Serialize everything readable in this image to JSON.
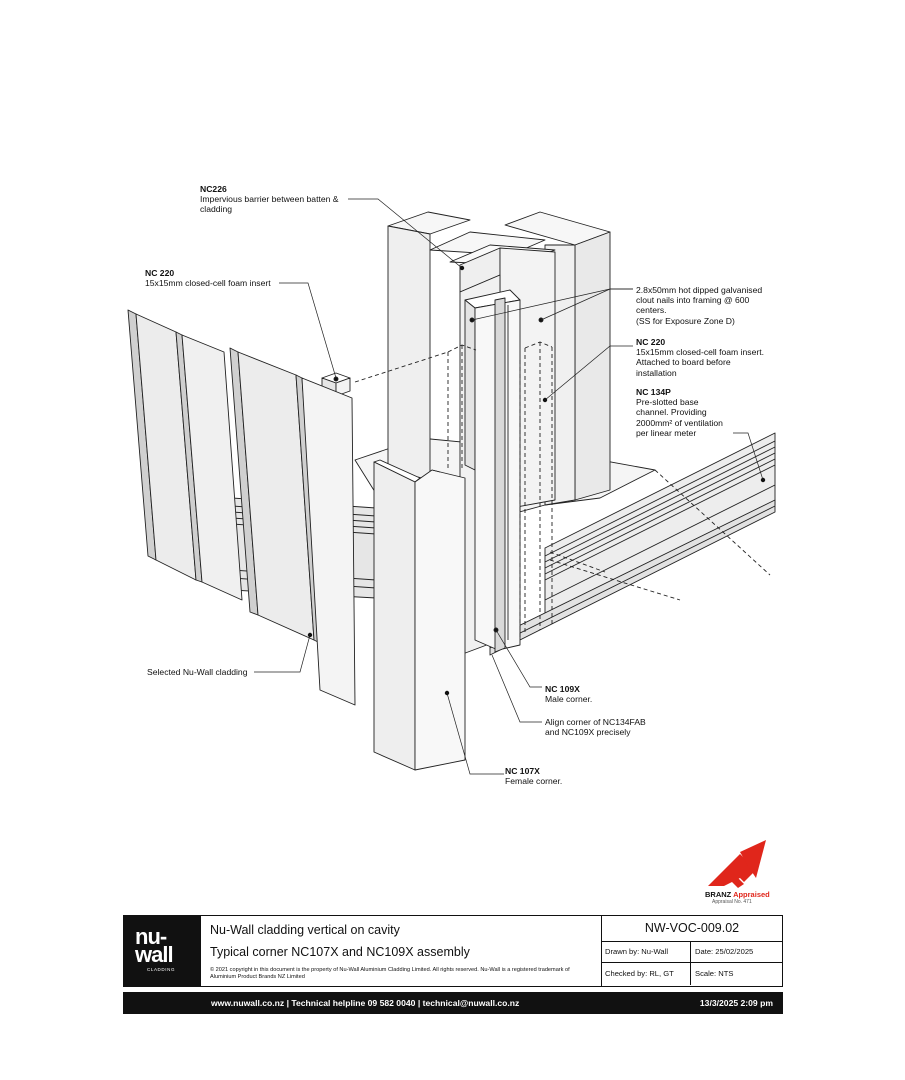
{
  "labels": {
    "nc226": {
      "code": "NC226",
      "lines": [
        "Impervious barrier between batten &",
        "cladding"
      ]
    },
    "nc220_left": {
      "code": "NC 220",
      "lines": [
        "15x15mm closed-cell foam insert"
      ]
    },
    "nails": {
      "code": "",
      "lines": [
        "2.8x50mm hot dipped galvanised",
        "clout nails into framing @ 600",
        "centers.",
        "(SS for Exposure Zone D)"
      ]
    },
    "nc220_right": {
      "code": "NC 220",
      "lines": [
        "15x15mm closed-cell foam insert.",
        "Attached to board before",
        "installation"
      ]
    },
    "nc134p": {
      "code": "NC 134P",
      "lines": [
        "Pre-slotted base",
        "channel. Providing",
        "2000mm² of ventilation",
        "per linear meter"
      ]
    },
    "cladding": {
      "code": "",
      "lines": [
        "Selected Nu-Wall cladding"
      ]
    },
    "nc109x": {
      "code": "NC 109X",
      "lines": [
        "Male corner."
      ]
    },
    "align": {
      "code": "",
      "lines": [
        "Align corner of NC134FAB",
        "and NC109X precisely"
      ]
    },
    "nc107x": {
      "code": "NC 107X",
      "lines": [
        "Female corner."
      ]
    }
  },
  "branz": {
    "word": "BRANZ",
    "appraised": "Appraised",
    "sub": "Appraisal No. 471"
  },
  "titleblock": {
    "logo_line1": "nu-",
    "logo_line2": "wall",
    "logo_line3": "CLADDING",
    "title": "Nu-Wall cladding vertical on cavity",
    "subtitle": "Typical corner NC107X and NC109X assembly",
    "copyright": "© 2021 copyright in this document is the property of Nu-Wall Aluminium Cladding Limited. All rights reserved. Nu-Wall is a registered trademark of Aluminium Product Brands NZ Limited",
    "drawing_no": "NW-VOC-009.02",
    "drawn_by": "Drawn by: Nu-Wall",
    "date": "Date:   25/02/2025",
    "checked_by": "Checked by: RL, GT",
    "scale": "Scale:   NTS"
  },
  "footer": {
    "links": "www.nuwall.co.nz  |  Technical helpline 09 582 0040  |  technical@nuwall.co.nz",
    "printed": "13/3/2025 2:09 pm"
  },
  "colors": {
    "ink": "#111111",
    "brand_red": "#e0261b",
    "panel": "#f2f2f2"
  }
}
